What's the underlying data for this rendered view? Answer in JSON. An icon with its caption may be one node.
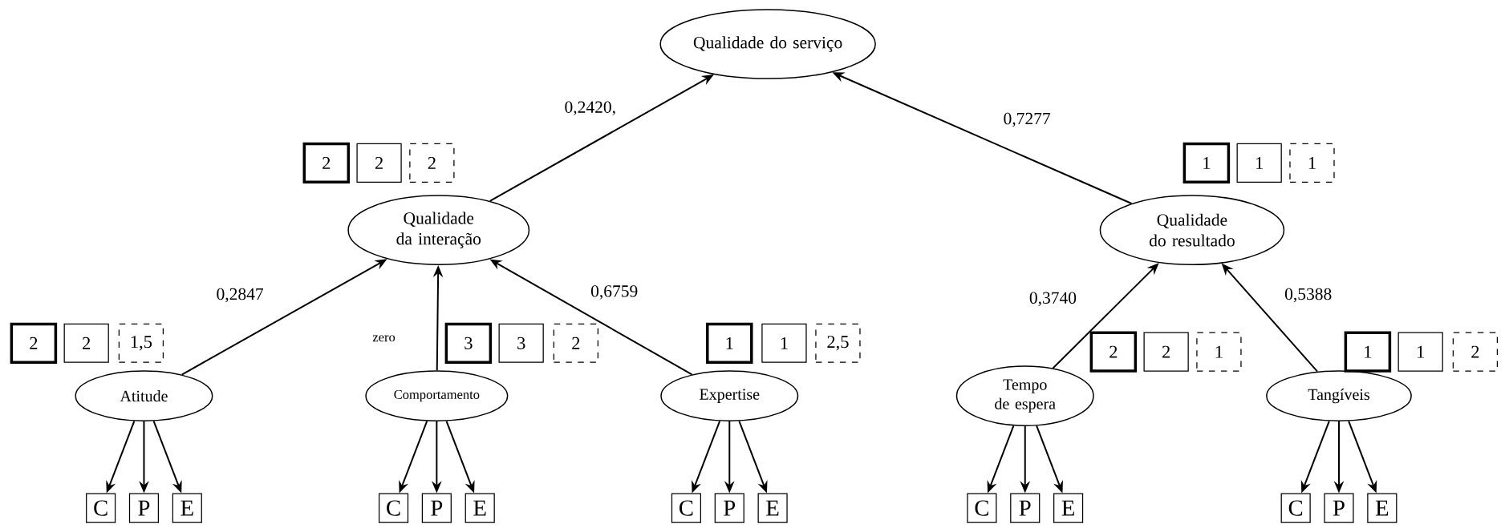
{
  "diagram": {
    "nodes": [
      {
        "text": [
          "Qualidade do serviço"
        ]
      },
      {
        "text": [
          "Qualidade da interação"
        ]
      },
      {
        "text": [
          "2"
        ]
      },
      {
        "text": [
          "2"
        ]
      },
      {
        "text": [
          "2"
        ]
      },
      {
        "text": [
          "Qualidade do resultado"
        ]
      },
      {
        "text": [
          "1"
        ]
      },
      {
        "text": [
          "1"
        ]
      },
      {
        "text": [
          "1"
        ]
      },
      {
        "text": [
          "Atitude"
        ]
      },
      {
        "text": [
          "2"
        ]
      },
      {
        "text": [
          "2"
        ]
      },
      {
        "text": [
          "1,5"
        ]
      },
      {
        "text": [
          "C"
        ]
      },
      {
        "text": [
          "P"
        ]
      },
      {
        "text": [
          "E"
        ]
      },
      {
        "text": [
          "Comportamento"
        ]
      },
      {
        "text": [
          "3"
        ]
      },
      {
        "text": [
          "3"
        ]
      },
      {
        "text": [
          "2"
        ]
      },
      {
        "text": [
          "C"
        ]
      },
      {
        "text": [
          "P"
        ]
      },
      {
        "text": [
          "E"
        ]
      },
      {
        "text": [
          "Expertise"
        ]
      },
      {
        "text": [
          "1"
        ]
      },
      {
        "text": [
          "1"
        ]
      },
      {
        "text": [
          "2,5"
        ]
      },
      {
        "text": [
          "C"
        ]
      },
      {
        "text": [
          "P"
        ]
      },
      {
        "text": [
          "E"
        ]
      },
      {
        "text": [
          "Tempo de espera"
        ]
      },
      {
        "text": [
          "2"
        ]
      },
      {
        "text": [
          "2"
        ]
      },
      {
        "text": [
          "1"
        ]
      },
      {
        "text": [
          "C"
        ]
      },
      {
        "text": [
          "P"
        ]
      },
      {
        "text": [
          "E"
        ]
      },
      {
        "text": [
          "Tangíveis"
        ]
      },
      {
        "text": [
          "1"
        ]
      },
      {
        "text": [
          "1"
        ]
      },
      {
        "text": [
          "2"
        ]
      },
      {
        "text": [
          "C"
        ]
      },
      {
        "text": [
          "P"
        ]
      },
      {
        "text": [
          "E"
        ]
      }
    ],
    "edges": [
      {
        "from": 1,
        "to": 0,
        "arrow": "to",
        "label": "0,2420,"
      },
      {
        "from": 5,
        "to": 0,
        "arrow": "to",
        "label": "0,7277"
      },
      {
        "from": 9,
        "to": 1,
        "arrow": "to",
        "label": "0,2847"
      },
      {
        "from": 16,
        "to": 1,
        "arrow": "to",
        "label": "zero"
      },
      {
        "from": 23,
        "to": 1,
        "arrow": "to",
        "label": "0,6759"
      },
      {
        "from": 30,
        "to": 5,
        "arrow": "to",
        "label": "0,3740"
      },
      {
        "from": 37,
        "to": 5,
        "arrow": "to",
        "label": "0,5388"
      },
      {
        "from": 9,
        "to": 13,
        "arrow": "to"
      },
      {
        "from": 9,
        "to": 14,
        "arrow": "to"
      },
      {
        "from": 9,
        "to": 15,
        "arrow": "to"
      },
      {
        "from": 16,
        "to": 20,
        "arrow": "to"
      },
      {
        "from": 16,
        "to": 21,
        "arrow": "to"
      },
      {
        "from": 16,
        "to": 22,
        "arrow": "to"
      },
      {
        "from": 23,
        "to": 27,
        "arrow": "to"
      },
      {
        "from": 23,
        "to": 28,
        "arrow": "to"
      },
      {
        "from": 23,
        "to": 29,
        "arrow": "to"
      },
      {
        "from": 30,
        "to": 34,
        "arrow": "to"
      },
      {
        "from": 30,
        "to": 35,
        "arrow": "to"
      },
      {
        "from": 30,
        "to": 36,
        "arrow": "to"
      },
      {
        "from": 37,
        "to": 41,
        "arrow": "to"
      },
      {
        "from": 37,
        "to": 42,
        "arrow": "to"
      },
      {
        "from": 37,
        "to": 43,
        "arrow": "to"
      }
    ]
  }
}
